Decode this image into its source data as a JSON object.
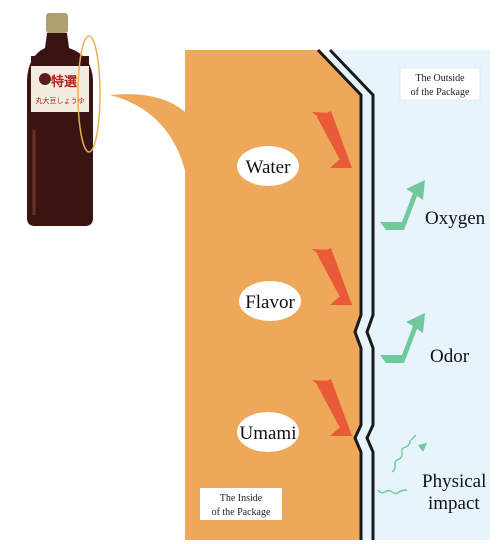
{
  "labels": {
    "inside": [
      "The Inside",
      "of the Package"
    ],
    "outside": [
      "The Outside",
      "of the Package"
    ],
    "inner_items": [
      "Water",
      "Flavor",
      "Umami"
    ],
    "outer_items": [
      "Oxygen",
      "Odor"
    ],
    "physical": [
      "Physical",
      "impact"
    ],
    "bottle_label": [
      "特選",
      "丸大豆しょうゆ"
    ]
  },
  "colors": {
    "inside_fill": "#eea85a",
    "outside_fill": "#e8f4fc",
    "red_arrow": "#e85a38",
    "green_arrow": "#6fc99a",
    "wall": "#1a1a1a",
    "bottle_body": "#3a1410",
    "bottle_label": "#f2ede0",
    "bottle_cap": "#b0a070"
  },
  "icons": {
    "red_arrows": "migration-out-arrow-icon",
    "green_arrows": "permeation-in-arrow-icon",
    "wavy_arrow": "impact-wavy-arrow-icon"
  }
}
